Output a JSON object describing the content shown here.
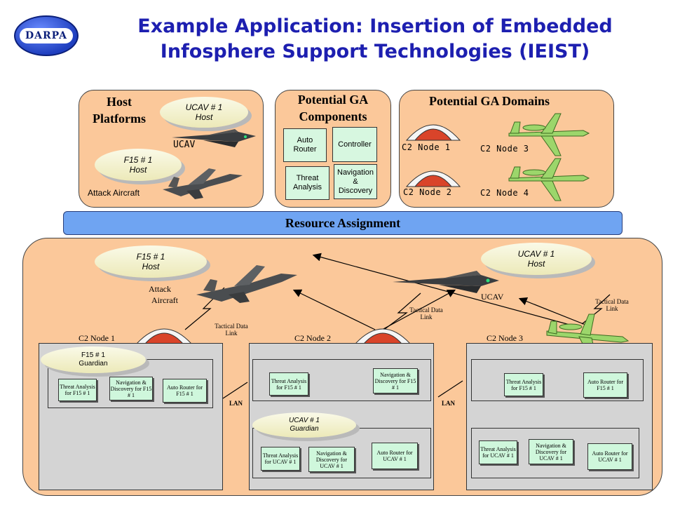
{
  "logo": {
    "text": "DARPA"
  },
  "title": {
    "line1": "Example Application: Insertion of Embedded",
    "line2": "Infosphere Support Technologies (IEIST)"
  },
  "host_panel": {
    "heading_line1": "Host",
    "heading_line2": "Platforms",
    "ucav_cloud_line1": "UCAV # 1",
    "ucav_cloud_line2": "Host",
    "ucav_label": "UCAV",
    "f15_cloud_line1": "F15 # 1",
    "f15_cloud_line2": "Host",
    "attack_label": "Attack Aircraft"
  },
  "components_panel": {
    "heading_line1": "Potential GA",
    "heading_line2": "Components",
    "boxes": [
      "Auto Router",
      "Controller",
      "Threat Analysis",
      "Navigation & Discovery"
    ]
  },
  "domains_panel": {
    "heading": "Potential GA Domains",
    "nodes": [
      "C2 Node 1",
      "C2 Node 3",
      "C2 Node 2",
      "C2 Node 4"
    ]
  },
  "resource_bar": {
    "label": "Resource Assignment"
  },
  "lower": {
    "f15_cloud_line1": "F15 # 1",
    "f15_cloud_line2": "Host",
    "ucav_cloud_line1": "UCAV # 1",
    "ucav_cloud_line2": "Host",
    "attack_label_line1": "Attack",
    "attack_label_line2": "Aircraft",
    "ucav_label": "UCAV",
    "tdl_1": "Tactical Data Link",
    "tdl_2": "Tactical Data Link",
    "tdl_3": "Tactical Data Link",
    "node1_label": "C2 Node 1",
    "node2_label": "C2 Node 2",
    "node3_label": "C2 Node 3",
    "lan_1": "LAN",
    "lan_2": "LAN",
    "f15_guardian_line1": "F15 # 1",
    "f15_guardian_line2": "Guardian",
    "ucav_guardian_line1": "UCAV # 1",
    "ucav_guardian_line2": "Guardian",
    "node1_boxes": [
      "Threat Analysis for F15 # 1",
      "Navigation & Discovery for F15 # 1",
      "Auto Router for F15 # 1"
    ],
    "node2_top_boxes": [
      "Threat Analysis for F15 # 1",
      "Navigation & Discovery for F15 # 1"
    ],
    "node2_bottom_boxes": [
      "Threat Analysis for UCAV # 1",
      "Navigation & Discovery for UCAV # 1",
      "Auto Router for UCAV # 1"
    ],
    "node3_top_boxes": [
      "Threat Analysis for F15 # 1",
      "Auto Router for F15 # 1"
    ],
    "node3_bottom_boxes": [
      "Threat Analysis for UCAV # 1",
      "Navigation & Discovery for UCAV # 1",
      "Auto Router for UCAV # 1"
    ]
  },
  "colors": {
    "title": "#1d1fb0",
    "panel_fill": "#fbc89a",
    "resource_bar": "#6fa4f2",
    "ga_box": "#d7f7e0",
    "node_dome": "#d9442a"
  },
  "icons": [
    "darpa-logo",
    "ucav-drone-icon",
    "f15-jet-icon",
    "awacs-plane-icon",
    "c2-node-dome-icon"
  ]
}
